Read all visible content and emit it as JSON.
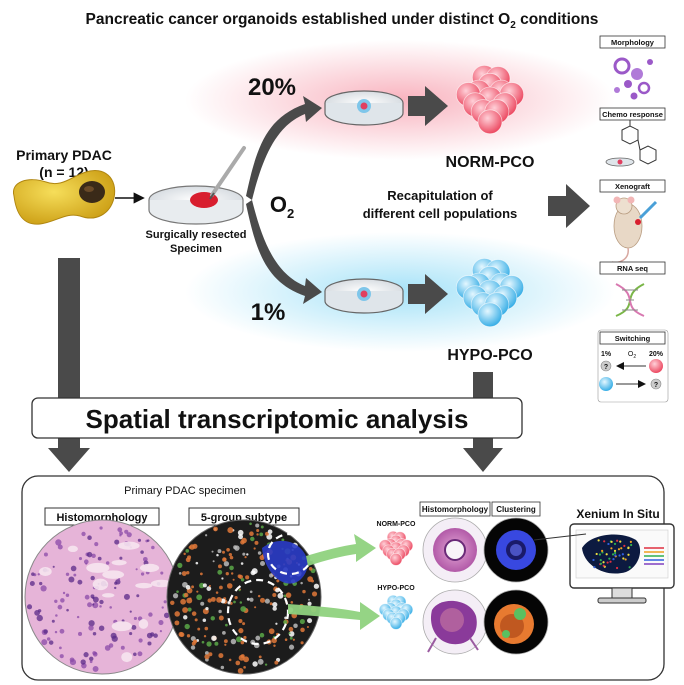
{
  "title_main": "Pancreatic cancer organoids established under distinct O",
  "title_sub": "2",
  "title_end": " conditions",
  "primary": {
    "line1": "Primary PDAC",
    "line2": "(n = 12)"
  },
  "specimen": {
    "line1": "Surgically resected",
    "line2": "Specimen"
  },
  "oxygen": {
    "high": "20%",
    "low": "1%",
    "label": "O",
    "label_sub": "2"
  },
  "norm_label": "NORM-PCO",
  "hypo_label": "HYPO-PCO",
  "recap": {
    "line1": "Recapitulation of",
    "line2": "different cell populations"
  },
  "side_panels": [
    "Morphology",
    "Chemo response",
    "Xenograft",
    "RNA seq",
    "Switching"
  ],
  "switching": {
    "low": "1%",
    "o2": "O",
    "o2_sub": "2",
    "high": "20%",
    "q": "?"
  },
  "spatial_title": "Spatial transcriptomic analysis",
  "bottom": {
    "specimen_title": "Primary PDAC specimen",
    "histo": "Histomorphology",
    "subtype": "5-group subtype",
    "norm": "NORM-PCO",
    "hypo": "HYPO-PCO",
    "histo_small": "Histomorphology",
    "clustering": "Clustering",
    "xenium": "Xenium In Situ"
  },
  "colors": {
    "norm": "#f05a6e",
    "hypo": "#4fb8e8",
    "arrow": "#4a4a4a",
    "tumor": "#d81e2e",
    "pancreas": "#e8c020"
  }
}
